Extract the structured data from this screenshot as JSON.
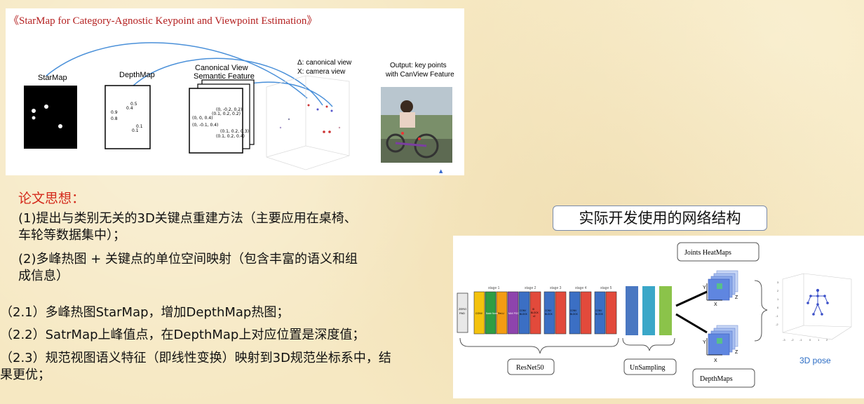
{
  "top_figure": {
    "title": "《StarMap for Category-Agnostic Keypoint and Viewpoint Estimation》",
    "starmap_label": "StarMap",
    "depthmap_label": "DepthMap",
    "canonical_label_1": "Canonical View",
    "canonical_label_2": "Semantic Feature",
    "legend_1": "Δ: canonical view",
    "legend_2": "X: camera view",
    "output_label_1": "Output: key points",
    "output_label_2": "with CanView Feature",
    "depth_values": [
      "0.5",
      "0.4",
      "0.9",
      "0.8",
      "0.1",
      "0.1"
    ],
    "canon_values": [
      "(0, -0.2, 0.2)",
      "(0.1, 0.2, 0.2)",
      "(0, 0, 0.4)",
      "(0, -0.1, 0.4)",
      "(0.1, 0.2, 0.3)",
      "(0.1, 0.2, 0.4)"
    ]
  },
  "notes": {
    "section_title": "论文思想：",
    "line1a": "(1)提出与类别无关的3D关键点重建方法（主要应用在桌椅、",
    "line1b": "车轮等数据集中）；",
    "line2a": "(2)多峰热图 + 关键点的单位空间映射（包含丰富的语义和组",
    "line2b": "成信息）",
    "item1": "（2.1）多峰热图StarMap，增加DepthMap热图；",
    "item2": "（2.2）SatrMap上峰值点，在DepthMap上对应位置是深度值；",
    "item3a": "（2.3）规范视图语义特征（即线性变换）映射到3D规范坐标系中，结",
    "item3b": "果更优；"
  },
  "network": {
    "title": "实际开发使用的网络结构",
    "zero_pad": [
      "ZERO",
      "PAD"
    ],
    "stage1_label": "stage 1",
    "stage1_blocks": [
      "CONV",
      "Batch Norm",
      "ReLU",
      "MAX POOL"
    ],
    "stages": [
      "stage 2",
      "stage 3",
      "stage 4",
      "stage 5"
    ],
    "conv_block": [
      "CONV",
      "BLOCK"
    ],
    "id_block": [
      "ID",
      "BLOCK",
      "x2"
    ],
    "resnet_label": "ResNet50",
    "upsampling_label": "UnSampling",
    "heatmaps_label": "Joints HeatMaps",
    "depthmaps_label": "DepthMaps",
    "pose_label": "3D pose",
    "axis_labels": [
      "Y",
      "X",
      "Z"
    ],
    "colors": {
      "yellow": "#f4c20d",
      "green": "#2e9d44",
      "orange": "#f39c12",
      "purple": "#8e44ad",
      "blue": "#3b6fc4",
      "red": "#e24a3b",
      "upblue": "#4a78c2",
      "upcyan": "#3aa7c8",
      "upgreen": "#8bc34a",
      "pose_blue": "#2b6cc4"
    }
  }
}
